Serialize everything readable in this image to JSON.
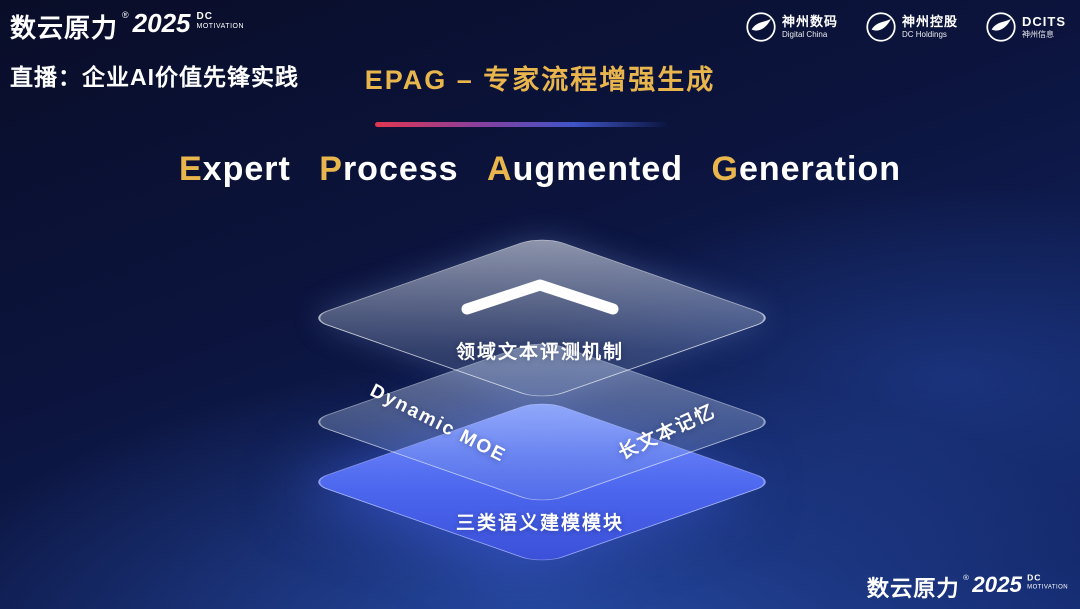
{
  "colors": {
    "gold": "#e9b54d",
    "layer_blue": "#4c66ee",
    "divider_red": "#e23650",
    "divider_blue": "#3f55c8",
    "background_navy": "#0c1540"
  },
  "header": {
    "brand": {
      "name": "数云原力",
      "reg": "®",
      "year": "2025",
      "sub_top": "DC",
      "sub_bottom": "MOTIVATION"
    },
    "live_label": "直播：企业AI价值先锋实践",
    "title_cn": "EPAG – 专家流程增强生成"
  },
  "title_en": {
    "words": [
      {
        "initial": "E",
        "rest": "xpert"
      },
      {
        "initial": "P",
        "rest": "rocess"
      },
      {
        "initial": "A",
        "rest": "ugmented"
      },
      {
        "initial": "G",
        "rest": "eneration"
      }
    ]
  },
  "partner_logos": [
    {
      "name": "神州数码",
      "sub": "Digital China"
    },
    {
      "name": "神州控股",
      "sub": "DC Holdings"
    },
    {
      "name": "DCITS",
      "sub": "神州信息"
    }
  ],
  "diagram": {
    "top_layer_label": "领域文本评测机制",
    "middle_layer_left_label": "Dynamic  MOE",
    "middle_layer_right_label": "长文本记忆",
    "bottom_layer_label": "三类语义建模模块"
  },
  "footer": {
    "brand": {
      "name": "数云原力",
      "reg": "®",
      "year": "2025",
      "sub_top": "DC",
      "sub_bottom": "MOTIVATION"
    }
  }
}
